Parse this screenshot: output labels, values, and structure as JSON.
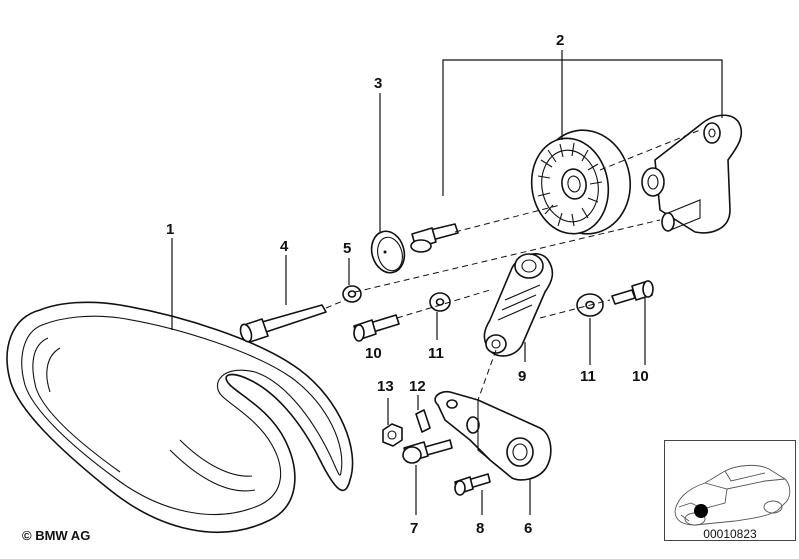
{
  "callouts": [
    {
      "id": "1",
      "label": "1"
    },
    {
      "id": "2",
      "label": "2"
    },
    {
      "id": "3",
      "label": "3"
    },
    {
      "id": "4",
      "label": "4"
    },
    {
      "id": "5",
      "label": "5"
    },
    {
      "id": "6",
      "label": "6"
    },
    {
      "id": "7",
      "label": "7"
    },
    {
      "id": "8",
      "label": "8"
    },
    {
      "id": "9",
      "label": "9"
    },
    {
      "id": "10a",
      "label": "10"
    },
    {
      "id": "10b",
      "label": "10"
    },
    {
      "id": "11a",
      "label": "11"
    },
    {
      "id": "11b",
      "label": "11"
    },
    {
      "id": "12",
      "label": "12"
    },
    {
      "id": "13",
      "label": "13"
    }
  ],
  "footer": {
    "copyright": "© BMW AG",
    "doc_number": "00010823"
  }
}
